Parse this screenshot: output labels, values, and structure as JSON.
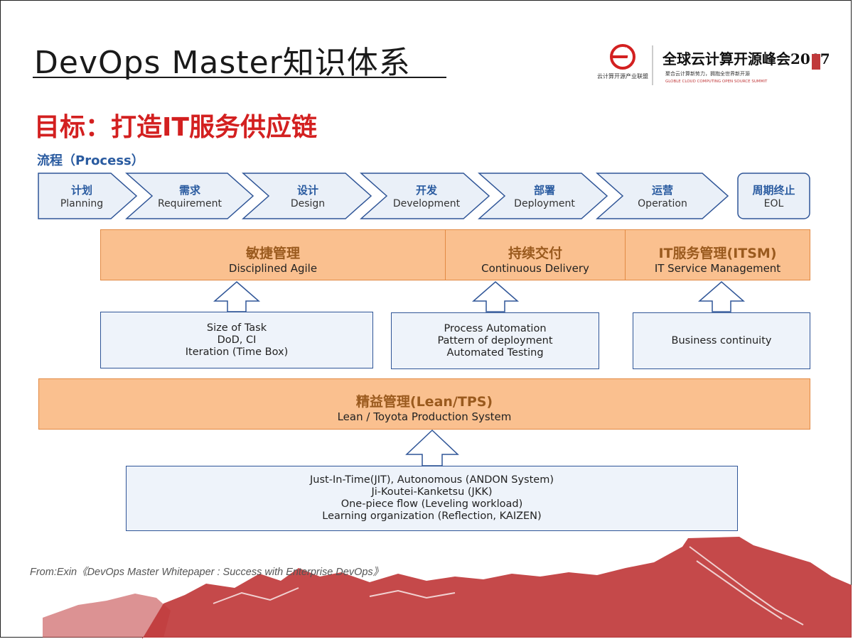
{
  "title": "DevOps Master知识体系",
  "subtitle": "目标：打造IT服务供应链",
  "logo": {
    "org_cn": "云计算开源产业联盟",
    "summit_cn": "全球云计算开源峰会2017",
    "tagline_cn": "聚合云计算新势力，拥抱全世界新开源",
    "tagline_en": "GLOBLE CLOUD COMPUTING OPEN SOURCE SUMMIT"
  },
  "process": {
    "label": "流程（Process）",
    "stages": [
      {
        "zh": "计划",
        "en": "Planning"
      },
      {
        "zh": "需求",
        "en": "Requirement"
      },
      {
        "zh": "设计",
        "en": "Design"
      },
      {
        "zh": "开发",
        "en": "Development"
      },
      {
        "zh": "部署",
        "en": "Deployment"
      },
      {
        "zh": "运营",
        "en": "Operation"
      },
      {
        "zh": "周期终止",
        "en": "EOL"
      }
    ]
  },
  "top_row": [
    {
      "zh": "敏捷管理",
      "en": "Disciplined Agile"
    },
    {
      "zh": "持续交付",
      "en": "Continuous Delivery"
    },
    {
      "zh": "IT服务管理(ITSM)",
      "en": "IT Service Management"
    }
  ],
  "practice_boxes": [
    {
      "lines": [
        "Size of Task",
        "DoD, CI",
        "Iteration (Time Box)"
      ]
    },
    {
      "lines": [
        "Process Automation",
        "Pattern of deployment",
        "Automated Testing"
      ]
    },
    {
      "lines": [
        "Business continuity"
      ]
    }
  ],
  "lean": {
    "zh": "精益管理(Lean/TPS)",
    "en": "Lean / Toyota Production System"
  },
  "lean_practices": {
    "lines": [
      "Just-In-Time(JIT), Autonomous (ANDON System)",
      "Ji-Koutei-Kanketsu (JKK)",
      "One-piece flow (Leveling workload)",
      "Learning organization (Reflection, KAIZEN)"
    ]
  },
  "source": "From:Exin《DevOps Master Whitepaper : Success with Enterprise DevOps》",
  "colors": {
    "accent_red": "#d32020",
    "process_blue": "#2a5ba0",
    "orange_fill": "#fac08f",
    "box_border": "#2f5597",
    "mountain": "#c0393b"
  }
}
